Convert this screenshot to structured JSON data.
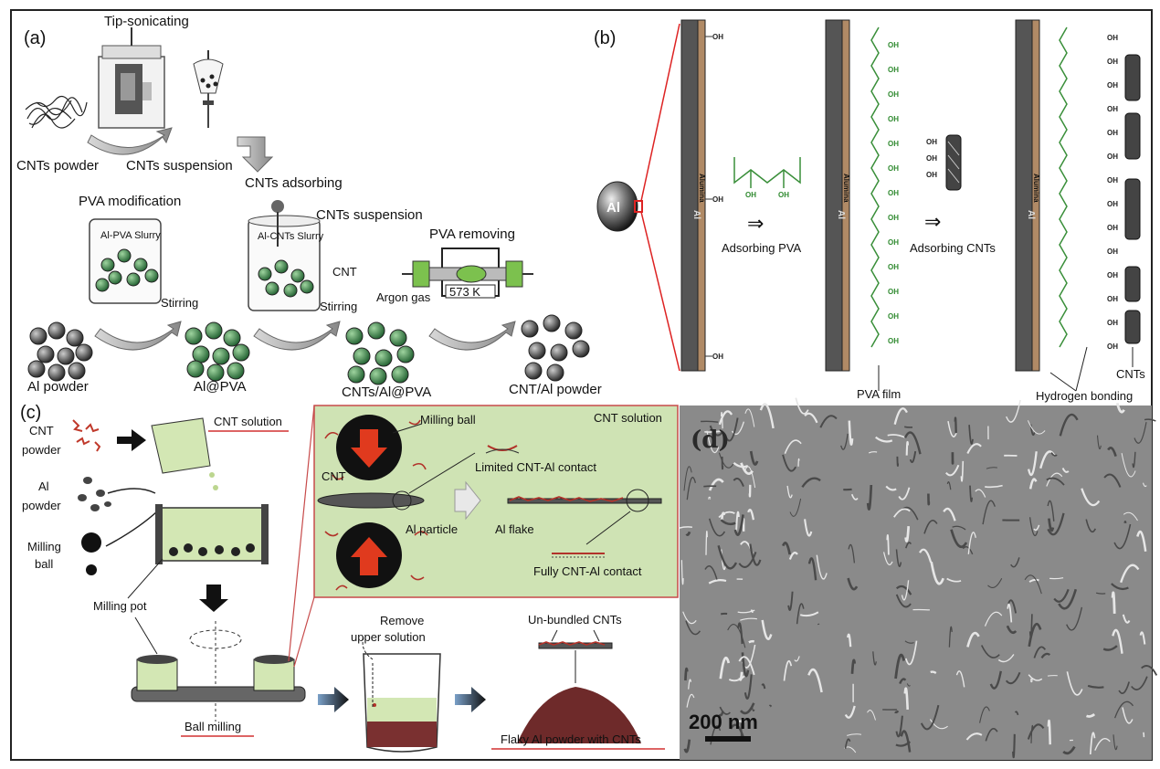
{
  "panels": {
    "a": {
      "label": "(a)",
      "tip_sonicating": "Tip-sonicating",
      "cnts_powder": "CNTs powder",
      "cnts_suspension_1": "CNTs suspension",
      "cnts_adsorbing": "CNTs adsorbing",
      "pva_modification": "PVA modification",
      "al_pva_slurry": "Al-PVA Slurry",
      "al_cnts_slurry": "Al-CNTs Slurry",
      "cnts_suspension_2": "CNTs suspension",
      "cnt": "CNT",
      "stirring_1": "Stirring",
      "stirring_2": "Stirring",
      "pva_removing": "PVA removing",
      "argon_gas": "Argon gas",
      "temperature": "573 K",
      "al_powder": "Al powder",
      "al_at_pva": "Al@PVA",
      "cnts_al_pva": "CNTs/Al@PVA",
      "cnt_al_powder": "CNT/Al powder"
    },
    "b": {
      "label": "(b)",
      "al": "Al",
      "alumina": "Alumina",
      "oh": "OH",
      "adsorbing_pva": "Adsorbing PVA",
      "adsorbing_cnts": "Adsorbing CNTs",
      "pva_film": "PVA film",
      "cnts": "CNTs",
      "hydrogen_bonding": "Hydrogen bonding",
      "arrow": "⇒"
    },
    "c": {
      "label": "(c)",
      "cnt_powder_1": "CNT",
      "cnt_powder_2": "powder",
      "al_powder_1": "Al",
      "al_powder_2": "powder",
      "milling_ball_1": "Milling",
      "milling_ball_2": "ball",
      "cnt_solution": "CNT solution",
      "milling_pot": "Milling pot",
      "ball_milling": "Ball milling",
      "inset_cnt_solution": "CNT solution",
      "inset_milling_ball": "Milling ball",
      "inset_cnt": "CNT",
      "limited_contact": "Limited CNT-Al contact",
      "al_particle": "Al particle",
      "al_flake": "Al flake",
      "fully_contact": "Fully CNT-Al contact",
      "remove_1": "Remove",
      "remove_2": "upper solution",
      "unbundled": "Un-bundled CNTs",
      "flaky": "Flaky Al powder with CNTs"
    },
    "d": {
      "label": "(d)",
      "scale_bar": "200 nm"
    }
  },
  "colors": {
    "inset_bg": "#cfe3b4",
    "pva_green": "#3a8f3a",
    "accent_red": "#e03a1e",
    "underline_red": "#d23030",
    "sem_bg": "#8a8a8a"
  }
}
